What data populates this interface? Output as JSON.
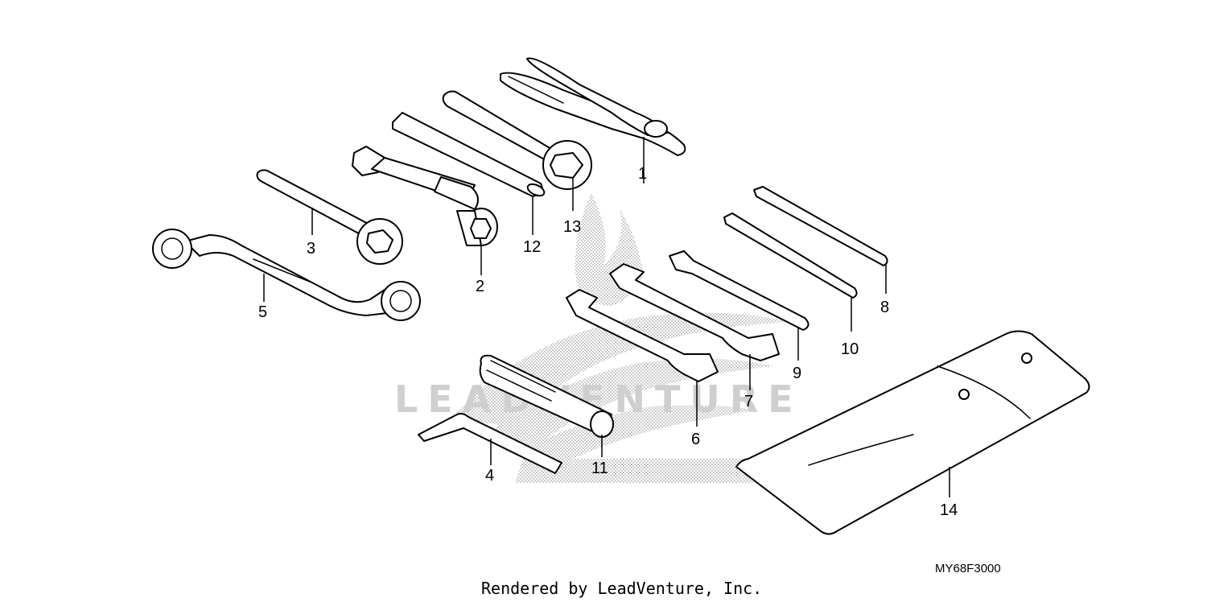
{
  "diagram": {
    "code": "MY68F3000",
    "footer": "Rendered by LeadVenture, Inc.",
    "watermark": "LEADVENTURE",
    "callouts": [
      "1",
      "2",
      "3",
      "4",
      "5",
      "6",
      "7",
      "8",
      "9",
      "10",
      "11",
      "12",
      "13",
      "14"
    ]
  },
  "colors": {
    "line": "#000000",
    "background": "#ffffff",
    "watermark": "#c8c8c8"
  }
}
